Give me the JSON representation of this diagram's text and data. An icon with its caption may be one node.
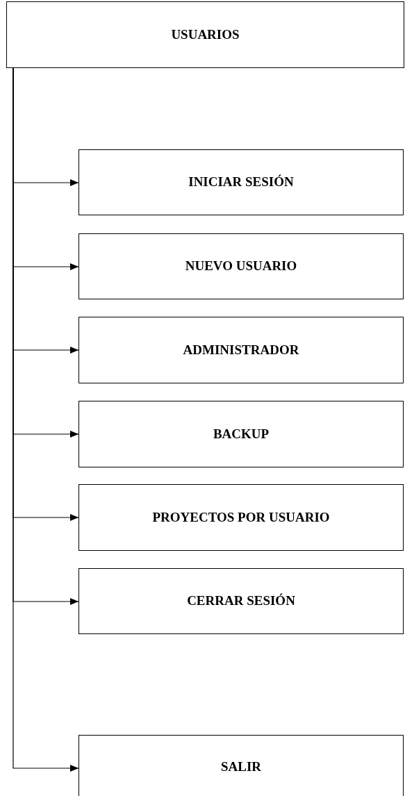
{
  "diagram": {
    "nodes": [
      {
        "text": [
          "USUARIOS"
        ]
      },
      {
        "text": [
          "INICIAR SESIÓN"
        ]
      },
      {
        "text": [
          "NUEVO USUARIO"
        ]
      },
      {
        "text": [
          "ADMINISTRADOR"
        ]
      },
      {
        "text": [
          "BACKUP"
        ]
      },
      {
        "text": [
          "PROYECTOS POR USUARIO"
        ]
      },
      {
        "text": [
          "CERRAR SESIÓN"
        ]
      },
      {
        "text": [
          "SALIR"
        ]
      }
    ],
    "edges": [
      {
        "from": 0,
        "to": 1,
        "arrow": "to"
      },
      {
        "from": 0,
        "to": 2,
        "arrow": "to"
      },
      {
        "from": 0,
        "to": 3,
        "arrow": "to"
      },
      {
        "from": 0,
        "to": 4,
        "arrow": "to"
      },
      {
        "from": 0,
        "to": 5,
        "arrow": "to"
      },
      {
        "from": 0,
        "to": 6,
        "arrow": "to"
      },
      {
        "from": 0,
        "to": 7,
        "arrow": "to"
      }
    ]
  }
}
